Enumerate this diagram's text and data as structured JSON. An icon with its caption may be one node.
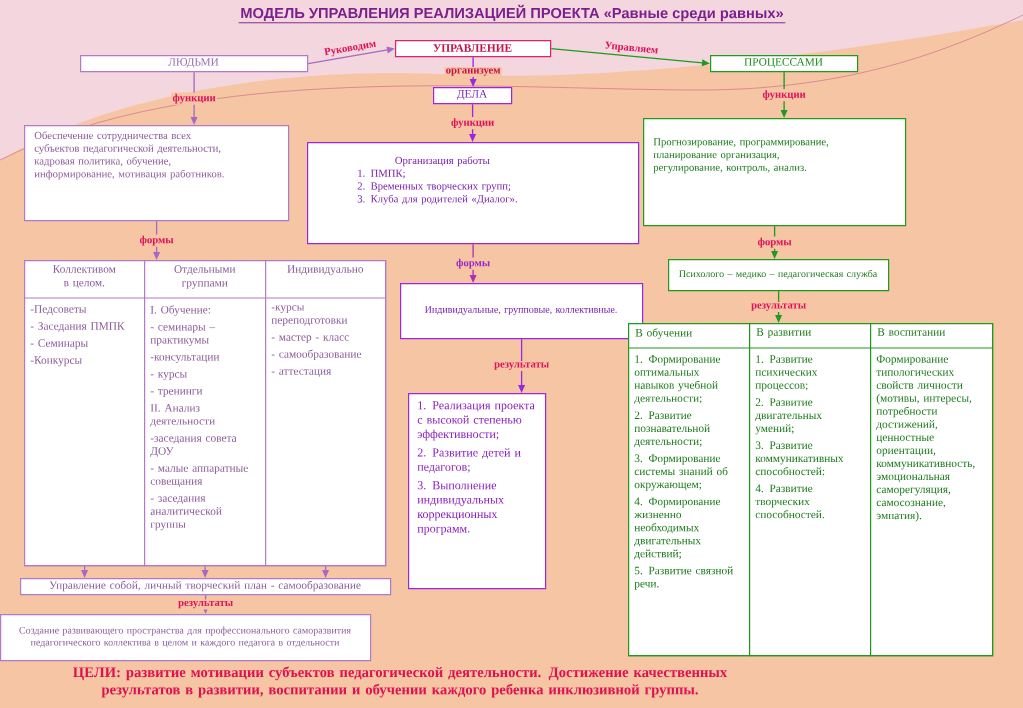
{
  "diagram": {
    "title": "МОДЕЛЬ УПРАВЛЕНИЯ РЕАЛИЗАЦИЕЙ ПРОЕКТА  «Равные среди равных»",
    "nodes": [
      {
        "text": [
          "УПРАВЛЕНИЕ"
        ]
      },
      {
        "text": [
          "ЛЮДЬМИ"
        ]
      },
      {
        "text": [
          "ПРОЦЕССАМИ"
        ]
      },
      {
        "text": [
          "ДЕЛА"
        ]
      },
      {
        "text": [
          "Обеспечение сотрудничества всех субъектов педагогической деятельности, кадровая политика, обучение, информирование, мотивация работников."
        ]
      },
      {
        "text": [
          "Организация работы",
          "1. ПМПК;",
          "2. Временных творческих групп;",
          "3. Клуба для родителей «Диалог»."
        ]
      },
      {
        "text": [
          "Прогнозирование, программирование, планирование организация, регулирование, контроль, анализ."
        ]
      },
      {
        "text": [],
        "shape": "box"
      },
      {
        "text": [
          "Коллективом в целом.",
          "-Педсоветы",
          "- Заседания ПМПК",
          "- Семинары",
          "-Конкурсы"
        ],
        "in": 7
      },
      {
        "text": [
          "Отдельными группами",
          "I. Обучение:",
          "- семинары – практикумы",
          "-консультации",
          "- курсы",
          "- тренинги",
          "II. Анализ деятельности",
          "-заседания совета ДОУ",
          "- малые аппаратные совещания",
          "- заседания аналитической группы"
        ],
        "in": 7
      },
      {
        "text": [
          "Индивидуально",
          "-курсы переподготовки",
          "- мастер -  класс",
          "- самообразование",
          "- аттестация"
        ],
        "in": 7
      },
      {
        "text": [
          "Управление собой, личный творческий план - самообразование"
        ]
      },
      {
        "text": [
          "Создание развивающего пространства для профессионального саморазвития педагогического коллектива в целом и каждого педагога в отдельности"
        ]
      },
      {
        "text": [
          "Индивидуальные, групповые, коллективные."
        ]
      },
      {
        "text": [
          "1. Реализация проекта с высокой степенью эффективности;",
          "2. Развитие детей и педагогов;",
          "3. Выполнение индивидуальных коррекционных программ."
        ]
      },
      {
        "text": [
          "Психолого – медико – педагогическая служба"
        ]
      },
      {
        "text": [],
        "shape": "box"
      },
      {
        "text": [
          "В обучении",
          "1. Формирование оптимальных навыков учебной деятельности;",
          "2. Развитие познавательной деятельности;",
          "3. Формирование системы знаний об окружающем;",
          "4. Формирование жизненно необходимых двигательных действий;",
          "5. Развитие связной речи."
        ],
        "in": 16
      },
      {
        "text": [
          "В развитии",
          "1. Развитие психических процессов;",
          "2. Развитие двигательных умений;",
          "3. Развитие коммуникативных способностей:",
          "4. Развитие творческих способностей."
        ],
        "in": 16
      },
      {
        "text": [
          "В воспитании",
          "Формирование типологических свойств личности (мотивы, интересы, потребности достижений, ценностные ориентации, коммуникативность, эмоциональная саморегуляция, самосознание, эмпатия)."
        ],
        "in": 16
      }
    ],
    "edges": [
      {
        "from": 1,
        "to": 0,
        "arrow": "to",
        "label": "Руководим"
      },
      {
        "from": 0,
        "to": 2,
        "arrow": "to",
        "label": "Управляем",
        "color": "#1e9a1e"
      },
      {
        "from": 0,
        "to": 3,
        "arrow": "to",
        "label": "организуем",
        "color": "#9a28e0"
      },
      {
        "from": 1,
        "to": 4,
        "arrow": "to",
        "label": "функции"
      },
      {
        "from": 3,
        "to": 5,
        "arrow": "to",
        "label": "функции",
        "color": "#9a28e0"
      },
      {
        "from": 2,
        "to": 6,
        "arrow": "to",
        "label": "функции",
        "color": "#1e9a1e"
      },
      {
        "from": 4,
        "to": 7,
        "arrow": "to",
        "label": "формы"
      },
      {
        "from": 8,
        "to": 11,
        "arrow": "to"
      },
      {
        "from": 9,
        "to": 11,
        "arrow": "to"
      },
      {
        "from": 10,
        "to": 11,
        "arrow": "to"
      },
      {
        "from": 11,
        "to": 12,
        "arrow": "to",
        "label": "результаты"
      },
      {
        "from": 5,
        "to": 13,
        "arrow": "to",
        "label": "формы",
        "color": "#b030b8"
      },
      {
        "from": 13,
        "to": 14,
        "arrow": "to",
        "label": "результаты",
        "color": "#9a28e0"
      },
      {
        "from": 6,
        "to": 15,
        "arrow": "to",
        "label": "формы",
        "color": "#1e9a1e"
      },
      {
        "from": 15,
        "to": 16,
        "arrow": "to",
        "label": "результаты",
        "color": "#1e9a1e"
      }
    ],
    "labels": [
      "ЦЕЛИ: развитие мотивации субъектов педагогической деятельности. Достижение качественных результатов в развитии, воспитании и обучении каждого ребенка инклюзивной группы."
    ]
  }
}
